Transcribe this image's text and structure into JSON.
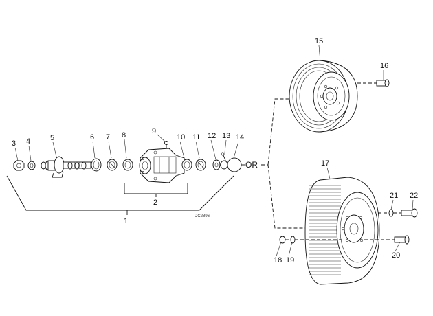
{
  "diagram": {
    "callouts": [
      "1",
      "2",
      "3",
      "4",
      "5",
      "6",
      "7",
      "8",
      "9",
      "10",
      "11",
      "12",
      "13",
      "14",
      "15",
      "16",
      "17",
      "18",
      "19",
      "20",
      "21",
      "22"
    ],
    "or_label": "OR",
    "drawing_code": "DC2896"
  }
}
